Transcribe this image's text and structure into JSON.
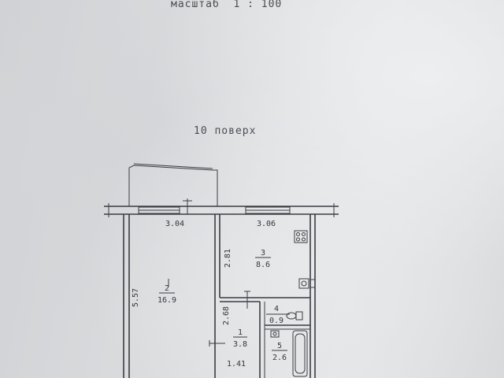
{
  "header": {
    "scale_text": "масштаб  1 : 100",
    "floor_text": "10 поверх"
  },
  "rooms": [
    {
      "number": "1",
      "area": "3.8"
    },
    {
      "number": "2",
      "area": "16.9"
    },
    {
      "number": "3",
      "area": "8.6"
    },
    {
      "number": "4",
      "area": "0.9"
    },
    {
      "number": "5",
      "area": "2.6"
    }
  ],
  "dimensions": {
    "room2_width": "3.04",
    "room3_width": "3.06",
    "room2_length": "5.57",
    "room3_length": "2.81",
    "hall_length": "2.68",
    "hall_width": "1.41"
  },
  "icons": {
    "stove": "stove-icon",
    "sink": "sink-icon",
    "toilet": "toilet-icon",
    "bathtub": "bathtub-icon",
    "washbasin": "washbasin-icon"
  }
}
